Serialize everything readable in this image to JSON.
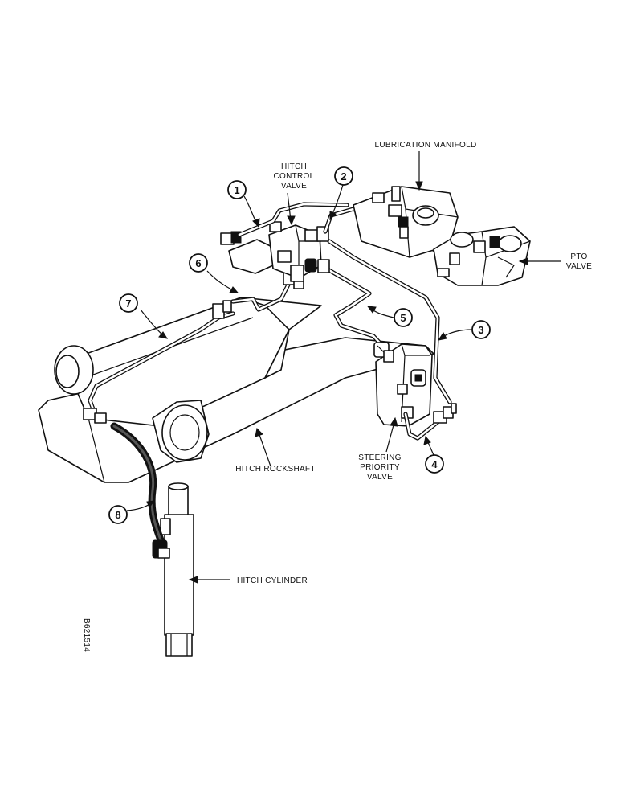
{
  "labels": {
    "lubrication_manifold": "LUBRICATION MANIFOLD",
    "hitch_control_valve": [
      "HITCH",
      "CONTROL",
      "VALVE"
    ],
    "pto_valve": [
      "PTO",
      "VALVE"
    ],
    "steering_priority_valve": [
      "STEERING",
      "PRIORITY",
      "VALVE"
    ],
    "hitch_rockshaft": "HITCH ROCKSHAFT",
    "hitch_cylinder": "HITCH CYLINDER",
    "figure_code": "B621514"
  },
  "callouts": [
    "1",
    "2",
    "3",
    "4",
    "5",
    "6",
    "7",
    "8"
  ]
}
